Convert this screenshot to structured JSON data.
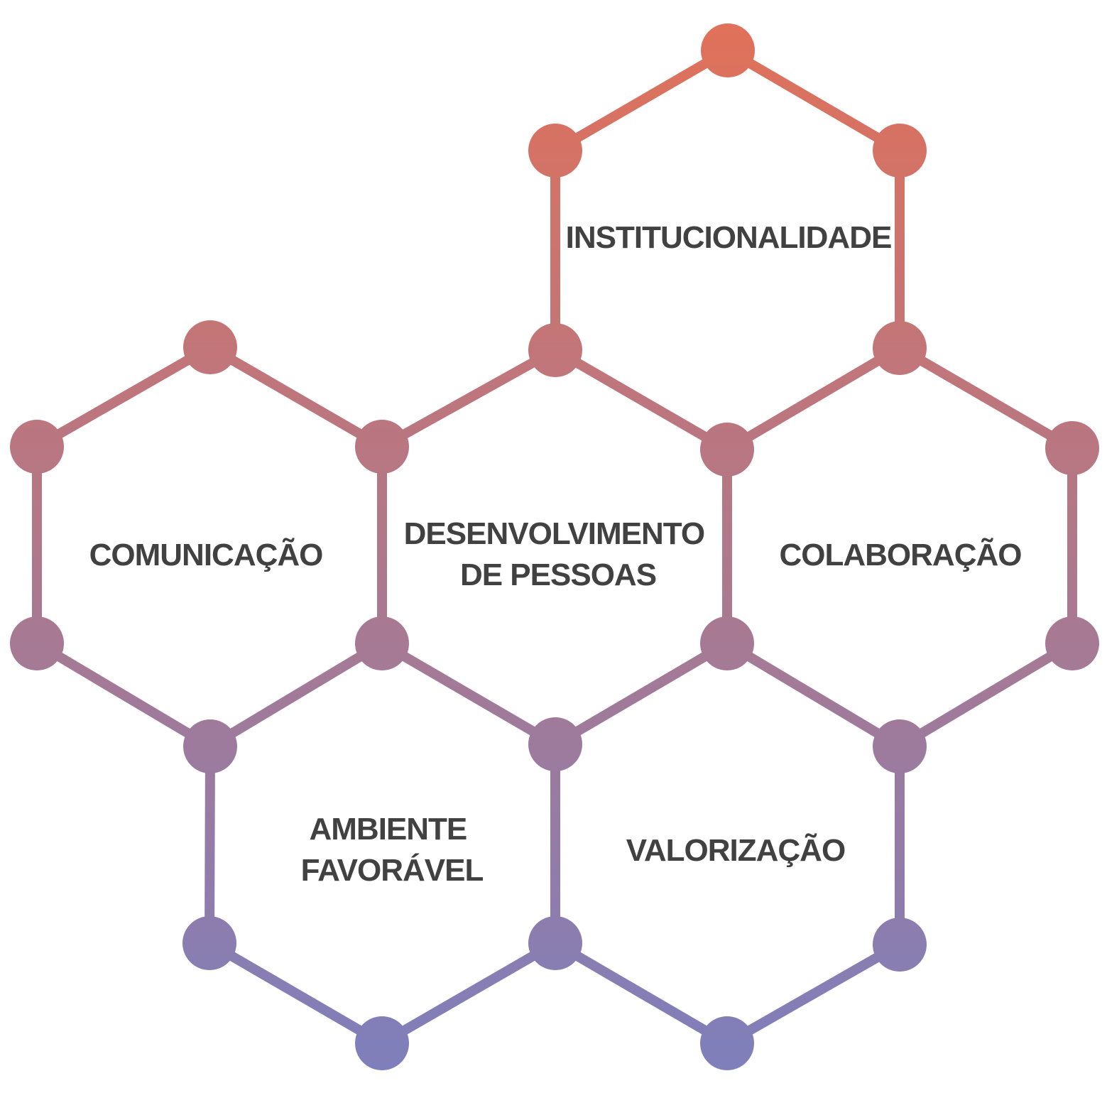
{
  "colors": {
    "top": "#e0715a",
    "bottom": "#7f7fbb",
    "text": "#414141",
    "background": "#ffffff"
  },
  "hexagons": [
    {
      "id": "institucionalidade",
      "lines": [
        "INSTITUCIONALIDADE"
      ]
    },
    {
      "id": "comunicacao",
      "lines": [
        "COMUNICAÇÃO"
      ]
    },
    {
      "id": "desenvolvimento-de-pessoas",
      "lines": [
        "DESENVOLVIMENTO",
        "DE PESSOAS"
      ]
    },
    {
      "id": "colaboracao",
      "lines": [
        "COLABORAÇÃO"
      ]
    },
    {
      "id": "ambiente-favoravel",
      "lines": [
        "AMBIENTE",
        "FAVORÁVEL"
      ]
    },
    {
      "id": "valorizacao",
      "lines": [
        "VALORIZAÇÃO"
      ]
    }
  ]
}
